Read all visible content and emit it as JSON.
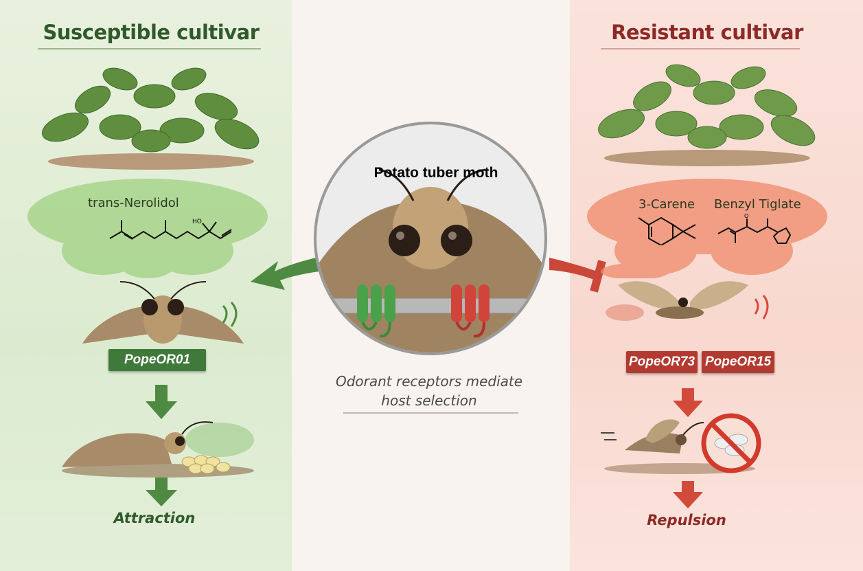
{
  "left": {
    "title": "Susceptible cultivar",
    "compound": "trans-Nerolidol",
    "hydroxyl_label": "HO",
    "receptor": "PopeOR01",
    "outcome": "Attraction"
  },
  "center": {
    "title": "Potato tuber moth",
    "caption_line1": "Odorant receptors mediate",
    "caption_line2": "host selection"
  },
  "right": {
    "title": "Resistant cultivar",
    "compounds": [
      "3-Carene",
      "Benzyl Tiglate"
    ],
    "oxygen_label": "O",
    "receptors": [
      "PopeOR73",
      "PopeOR15"
    ],
    "outcome": "Repulsion"
  },
  "colors": {
    "green": "#3f7a3a",
    "dark_green": "#2f5a2c",
    "red": "#c0392b",
    "dark_red": "#8e2a26"
  }
}
